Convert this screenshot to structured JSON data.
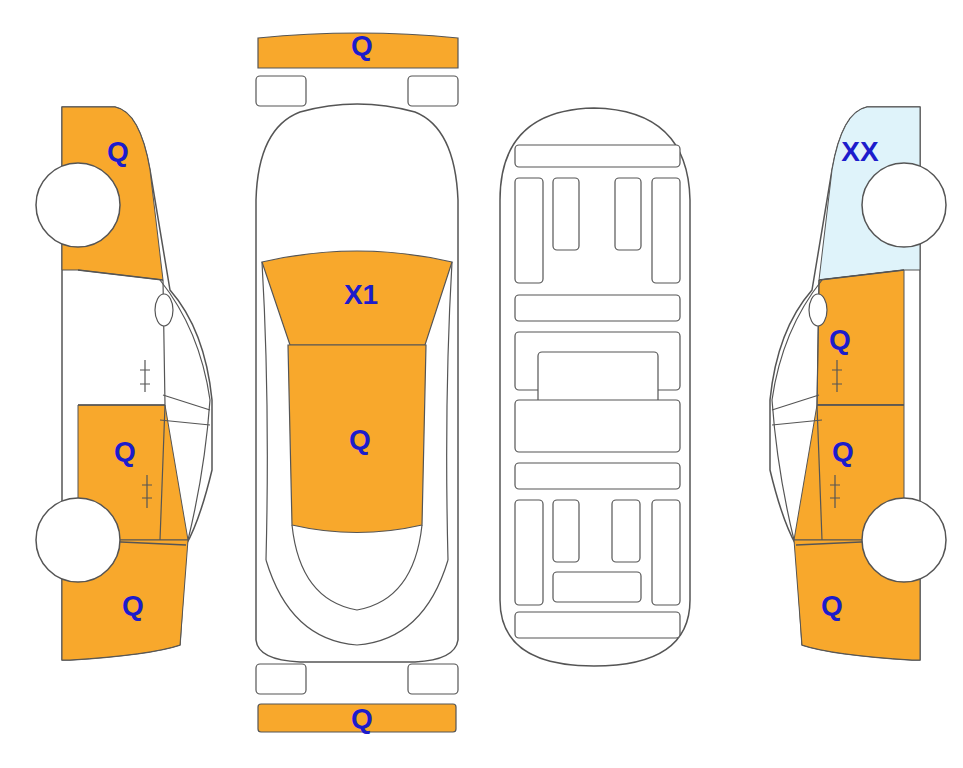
{
  "diagram": {
    "nodes": [
      {
        "text": [
          "Q"
        ]
      },
      {
        "text": [
          "Q"
        ]
      },
      {
        "text": [
          "XX"
        ]
      },
      {
        "text": [
          "X1"
        ]
      },
      {
        "text": [
          "Q"
        ]
      },
      {
        "text": [
          "Q"
        ]
      },
      {
        "text": [
          "Q"
        ]
      },
      {
        "text": [
          "Q"
        ]
      },
      {
        "text": [
          "Q"
        ]
      },
      {
        "text": [
          "Q"
        ]
      },
      {
        "text": [
          "Q"
        ]
      }
    ]
  }
}
